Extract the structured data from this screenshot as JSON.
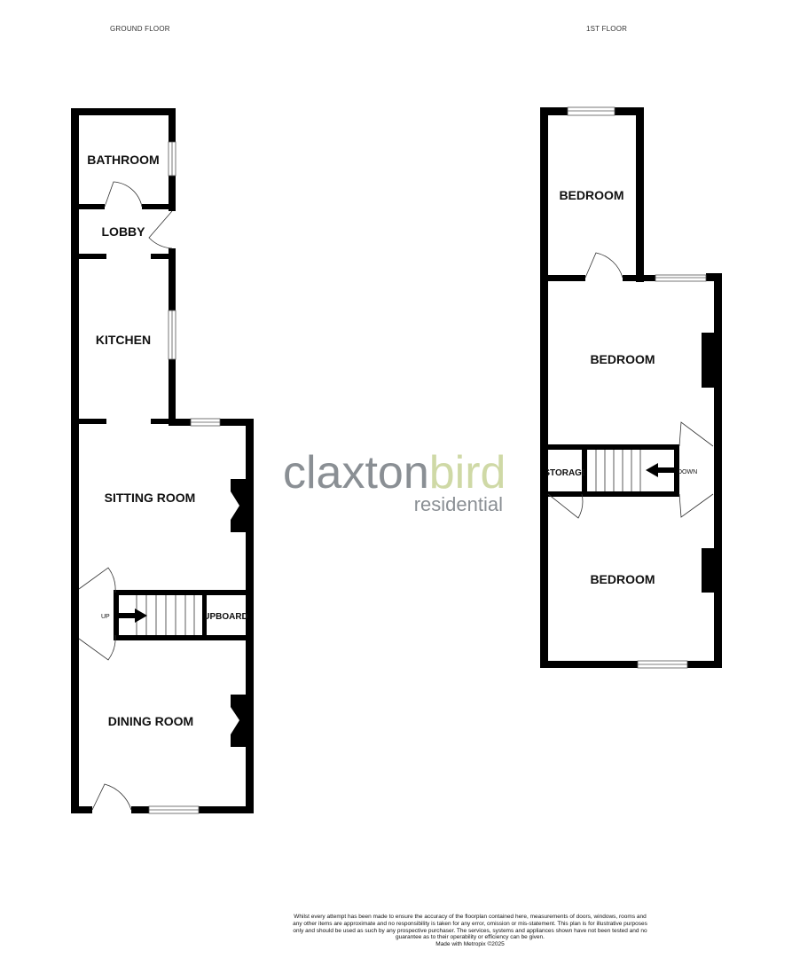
{
  "floors": {
    "ground": {
      "title": "GROUND FLOOR",
      "rooms": {
        "bathroom": "BATHROOM",
        "lobby": "LOBBY",
        "kitchen": "KITCHEN",
        "sitting_room": "SITTING ROOM",
        "dining_room": "DINING ROOM",
        "cupboard": "CUPBOARD"
      },
      "stair_label": "UP"
    },
    "first": {
      "title": "1ST FLOOR",
      "rooms": {
        "bedroom_top": "BEDROOM",
        "bedroom_middle": "BEDROOM",
        "bedroom_bottom": "BEDROOM",
        "storage": "STORAGE"
      },
      "stair_label": "DOWN"
    }
  },
  "logo": {
    "word1": "claxton",
    "word2": "bird",
    "tagline": "residential",
    "color_primary": "#8a8f94",
    "color_accent": "#cfd9a6"
  },
  "disclaimer": {
    "text": "Whilst every attempt has been made to ensure the accuracy of the floorplan contained here, measurements of doors, windows, rooms and any other items are approximate and no responsibility is taken for any error, omission or mis-statement. This plan is for illustrative purposes only and should be used as such by any prospective purchaser. The services, systems and appliances shown have not been tested and no guarantee as to their operability or efficiency can be given.",
    "credit": "Made with Metropix ©2025"
  }
}
